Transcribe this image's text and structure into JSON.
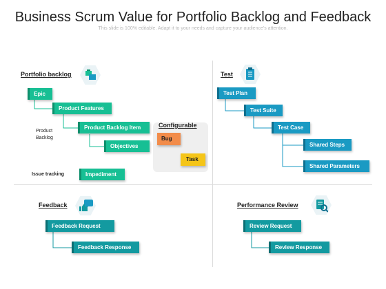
{
  "header": {
    "title": "Business Scrum Value for Portfolio Backlog and Feedback",
    "subtitle": "This slide is 100% editable. Adapt it to your needs and capture your audience's attention."
  },
  "portfolio": {
    "title": "Portfolio backlog",
    "icon": "portfolio-icon",
    "epic": "Epic",
    "product_features": "Product Features",
    "product_backlog_item": "Product Backlog Item",
    "objectives": "Objectives",
    "impediment": "Impediment",
    "note_backlog": "Product\nBacklog",
    "note_issue": "Issue tracking"
  },
  "configurable": {
    "title": "Configurable",
    "bug": "Bug",
    "task": "Task"
  },
  "test": {
    "title": "Test",
    "icon": "clipboard-icon",
    "test_plan": "Test Plan",
    "test_suite": "Test Suite",
    "test_case": "Test Case",
    "shared_steps": "Shared Steps",
    "shared_parameters": "Shared Parameters"
  },
  "feedback": {
    "title": "Feedback",
    "icon": "thumbs-up-chat-icon",
    "feedback_request": "Feedback Request",
    "feedback_response": "Feedback Response"
  },
  "performance": {
    "title": "Performance Review",
    "icon": "review-search-icon",
    "review_request": "Review Request",
    "review_response": "Review Response"
  },
  "colors": {
    "green": "#17bf94",
    "blue": "#1a9ac3",
    "teal": "#139aa0",
    "bug": "#f28c4a",
    "task": "#f5c518"
  }
}
